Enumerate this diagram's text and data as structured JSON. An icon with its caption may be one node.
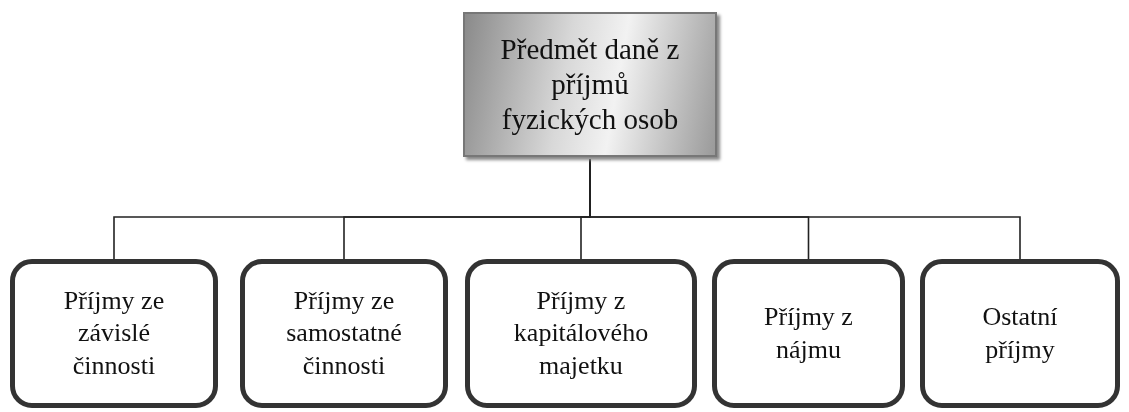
{
  "diagram": {
    "nodes": [
      {
        "text": [
          "Předmět daně z příjmů fyzických osob"
        ]
      },
      {
        "text": [
          "Příjmy ze závislé činnosti"
        ]
      },
      {
        "text": [
          "Příjmy ze samostatné činnosti"
        ]
      },
      {
        "text": [
          "Příjmy z kapitálového majetku"
        ]
      },
      {
        "text": [
          "Příjmy z nájmu"
        ]
      },
      {
        "text": [
          "Ostatní příjmy"
        ]
      }
    ],
    "edges": [
      {
        "from": 0,
        "to": 1,
        "arrow": "none"
      },
      {
        "from": 0,
        "to": 2,
        "arrow": "none"
      },
      {
        "from": 0,
        "to": 3,
        "arrow": "none"
      },
      {
        "from": 0,
        "to": 4,
        "arrow": "none"
      },
      {
        "from": 0,
        "to": 5,
        "arrow": "none"
      }
    ]
  }
}
